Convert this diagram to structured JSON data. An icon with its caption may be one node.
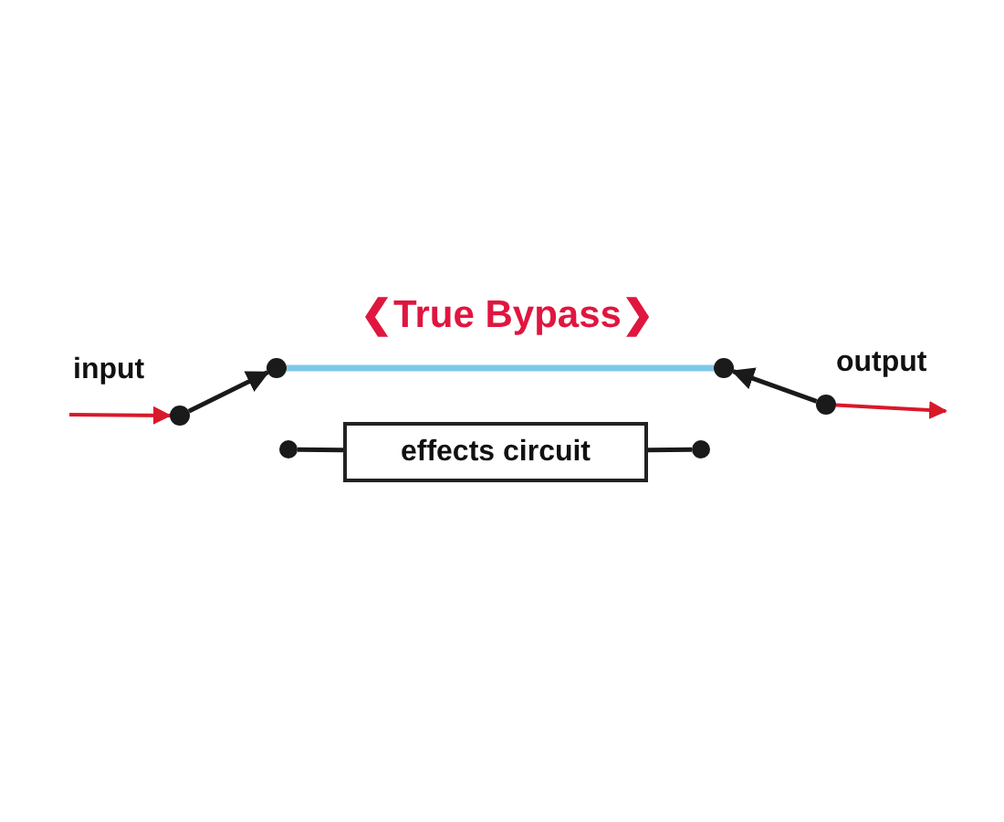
{
  "diagram": {
    "title": "❮True Bypass❯",
    "nodes": [
      {
        "text": [],
        "shape": "circle"
      },
      {
        "text": [],
        "shape": "circle"
      },
      {
        "text": [],
        "shape": "circle"
      },
      {
        "text": [],
        "shape": "circle"
      },
      {
        "text": [
          "effects circuit"
        ]
      },
      {
        "text": [],
        "shape": "circle"
      },
      {
        "text": [],
        "shape": "circle"
      }
    ],
    "edges": [
      {
        "from": null,
        "to": 0,
        "arrow": "to",
        "color": "#d7192a"
      },
      {
        "from": 0,
        "to": 1,
        "arrow": "to"
      },
      {
        "from": 1,
        "to": 2,
        "arrow": "none",
        "color": "#7ec8ea"
      },
      {
        "from": 3,
        "to": 2,
        "arrow": "to"
      },
      {
        "from": 3,
        "to": null,
        "arrow": "to",
        "color": "#d7192a"
      },
      {
        "from": 5,
        "to": 4,
        "arrow": "none"
      },
      {
        "from": 4,
        "to": 6,
        "arrow": "none"
      }
    ],
    "labels": [
      "input",
      "output"
    ]
  }
}
